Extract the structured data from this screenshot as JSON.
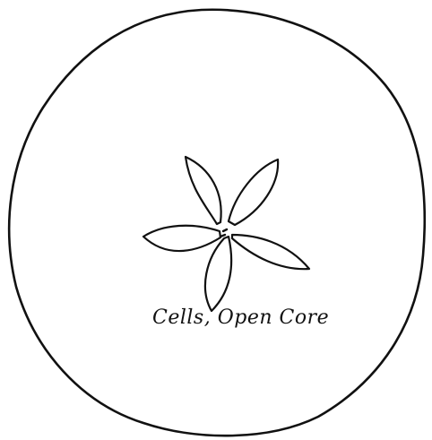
{
  "diagram": {
    "caption": "Cells, Open Core",
    "stroke_color": "#111111",
    "background_color": "#ffffff",
    "shape": "circle",
    "petal_count": 5
  }
}
